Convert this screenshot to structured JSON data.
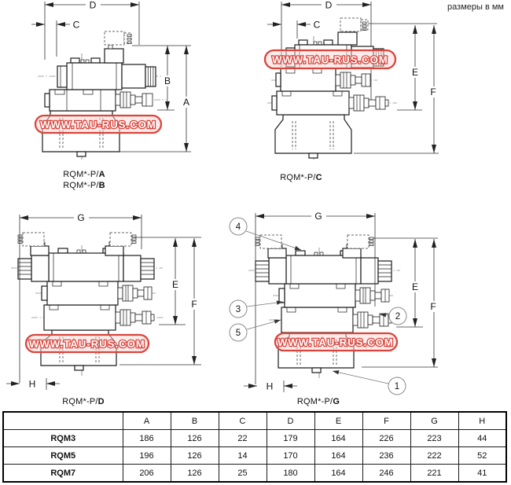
{
  "units_note": "размеры в мм",
  "watermark": {
    "text": "WWW.TAU-RUS.COM",
    "accent_color": "#d9453c"
  },
  "diagrams": {
    "top_left": {
      "captions": [
        {
          "prefix": "RQM*-P/",
          "suffix": "A"
        },
        {
          "prefix": "RQM*-P/",
          "suffix": "B"
        }
      ],
      "dim_labels": {
        "width": "D",
        "solenoid_offset": "C",
        "height_upper": "B",
        "height_total": "A"
      }
    },
    "top_right": {
      "captions": [
        {
          "prefix": "RQM*-P/",
          "suffix": "C"
        }
      ],
      "dim_labels": {
        "width": "D",
        "solenoid_offset": "C",
        "height_upper": "E",
        "height_total": "F"
      }
    },
    "bottom_left": {
      "captions": [
        {
          "prefix": "RQM*-P/",
          "suffix": "D"
        }
      ],
      "dim_labels": {
        "width": "G",
        "height_upper": "E",
        "height_total": "F",
        "base_offset": "H"
      }
    },
    "bottom_right": {
      "captions": [
        {
          "prefix": "RQM*-P/",
          "suffix": "G"
        }
      ],
      "dim_labels": {
        "width": "G",
        "height_upper": "E",
        "height_total": "F",
        "base_offset": "H"
      },
      "callouts": [
        "1",
        "2",
        "3",
        "4",
        "5"
      ]
    }
  },
  "table": {
    "corner_label": "",
    "columns": [
      "A",
      "B",
      "C",
      "D",
      "E",
      "F",
      "G",
      "H"
    ],
    "rows": [
      {
        "name": "RQM3",
        "values": [
          "186",
          "126",
          "22",
          "179",
          "164",
          "226",
          "223",
          "44"
        ]
      },
      {
        "name": "RQM5",
        "values": [
          "196",
          "126",
          "14",
          "170",
          "164",
          "236",
          "222",
          "52"
        ]
      },
      {
        "name": "RQM7",
        "values": [
          "206",
          "126",
          "25",
          "180",
          "164",
          "246",
          "221",
          "41"
        ]
      }
    ]
  }
}
